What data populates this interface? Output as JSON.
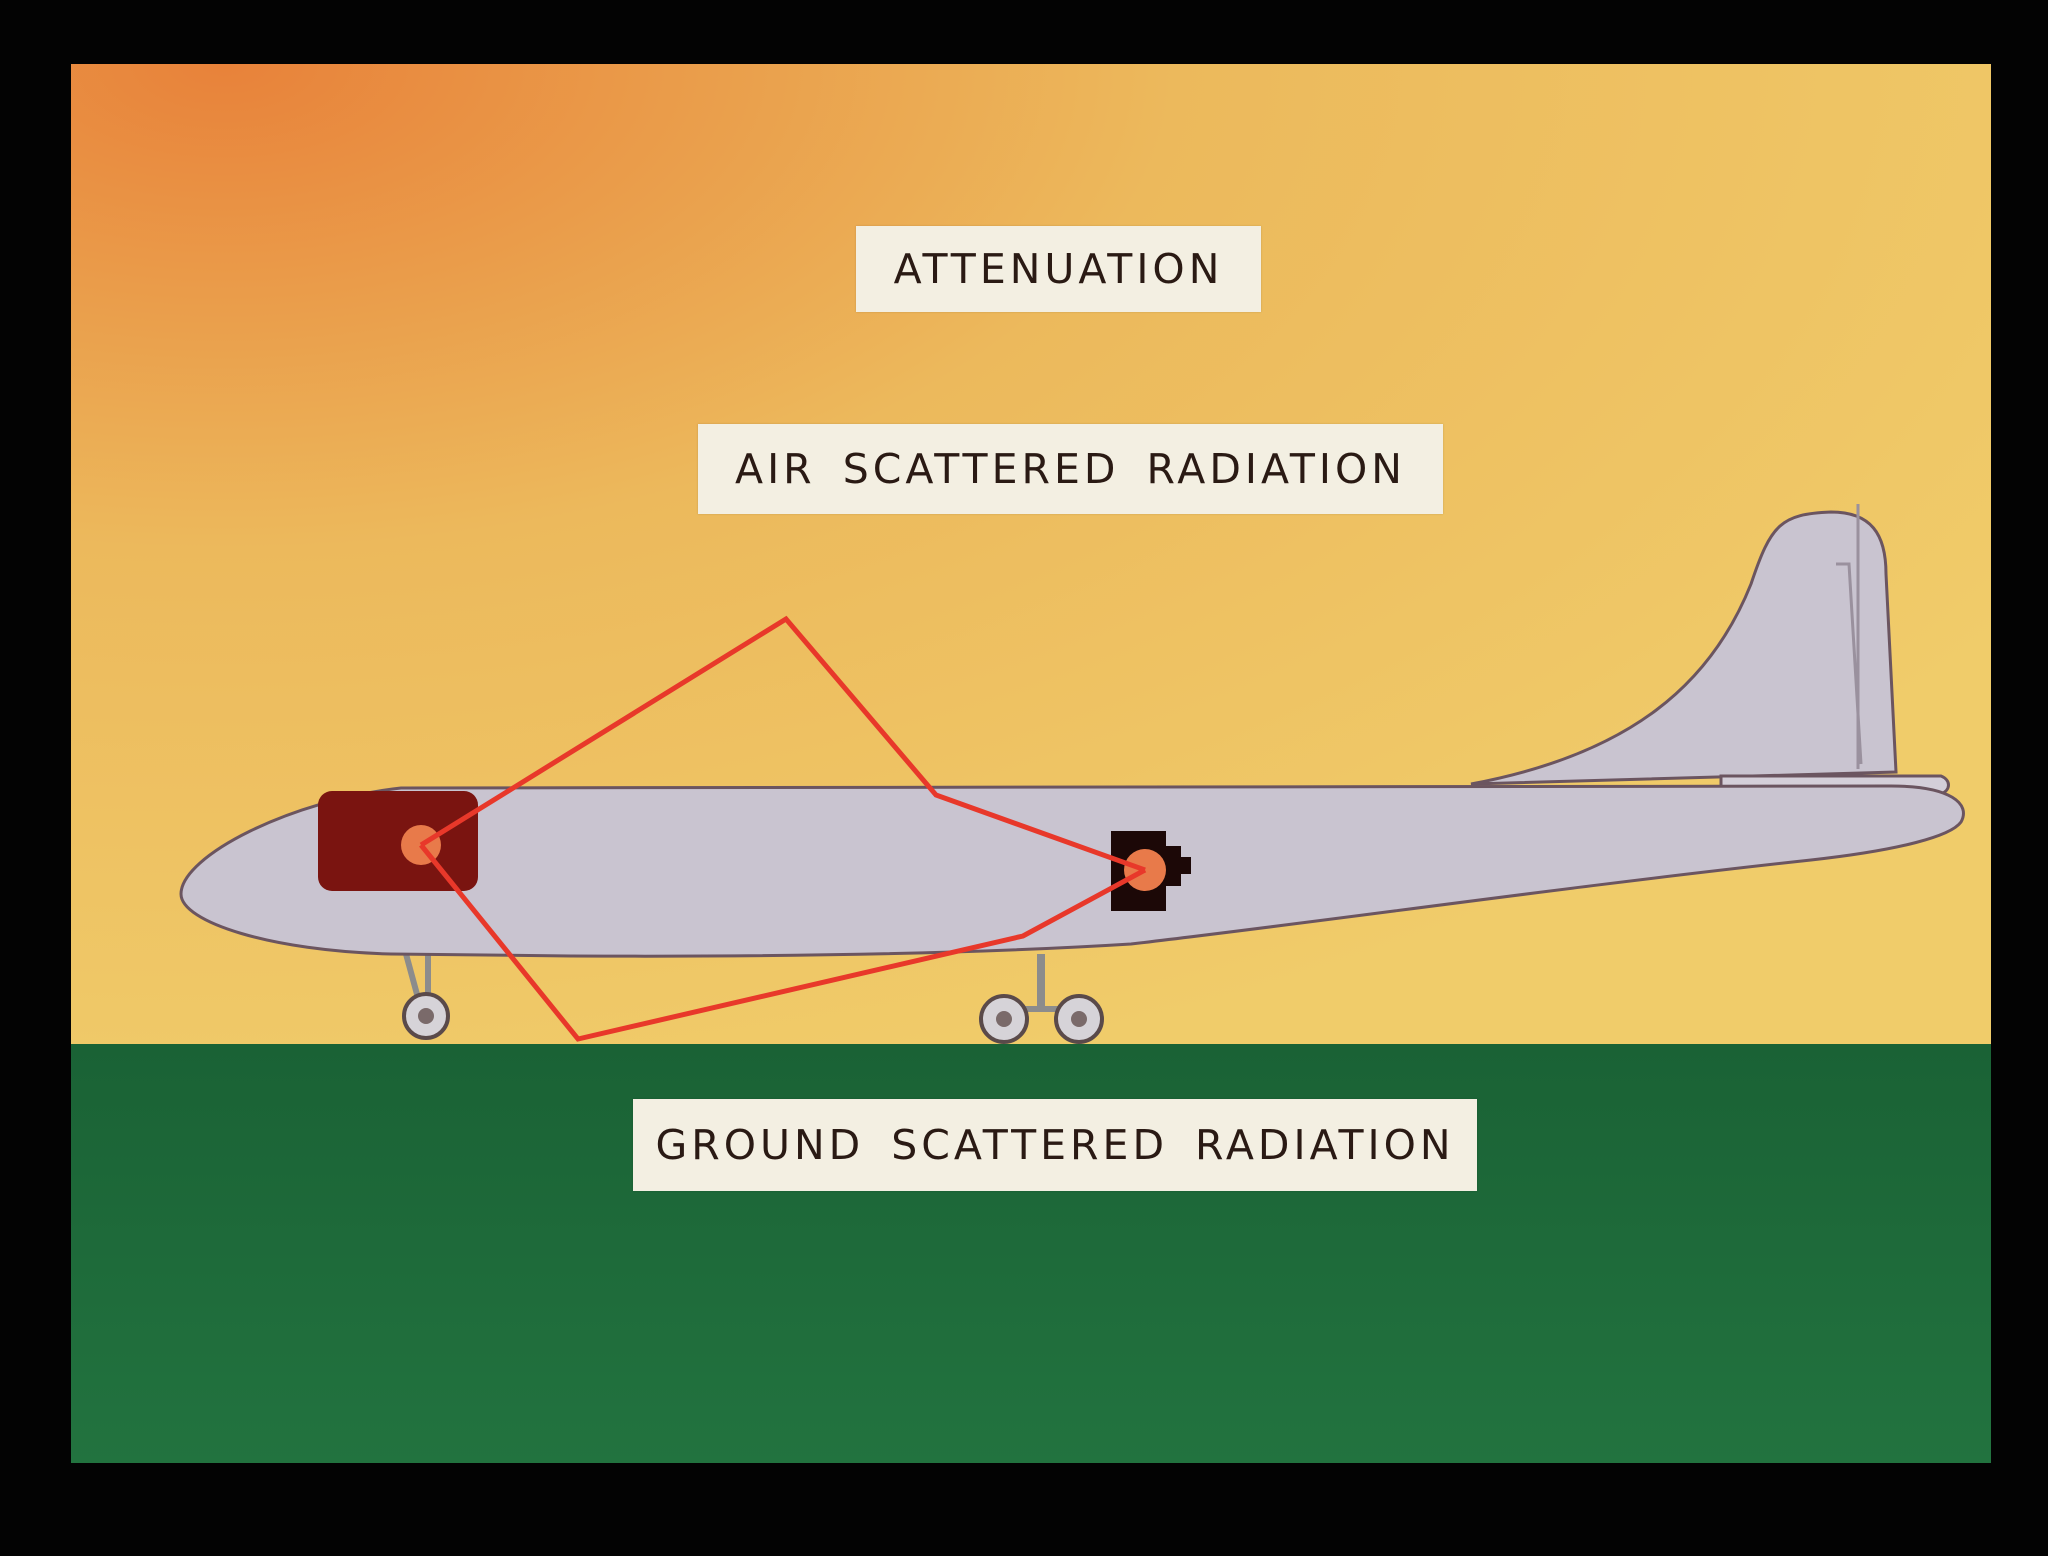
{
  "labels": {
    "attenuation": "ATTENUATION",
    "air_scattered": "AIR SCATTERED RADIATION",
    "ground_scattered": "GROUND SCATTERED RADIATION"
  },
  "colors": {
    "sky_top": "#e88a3c",
    "sky_bottom": "#efc867",
    "ground": "#1e6b3a",
    "fuselage": "#c9c4d0",
    "fuselage_outline": "#6b5560",
    "reactor_shield": "#7a1410",
    "crew_shield": "#2a0c0a",
    "radiation_path": "#e83a2a",
    "source_glow": "#e87a4a",
    "label_background": "#f3efe2"
  }
}
